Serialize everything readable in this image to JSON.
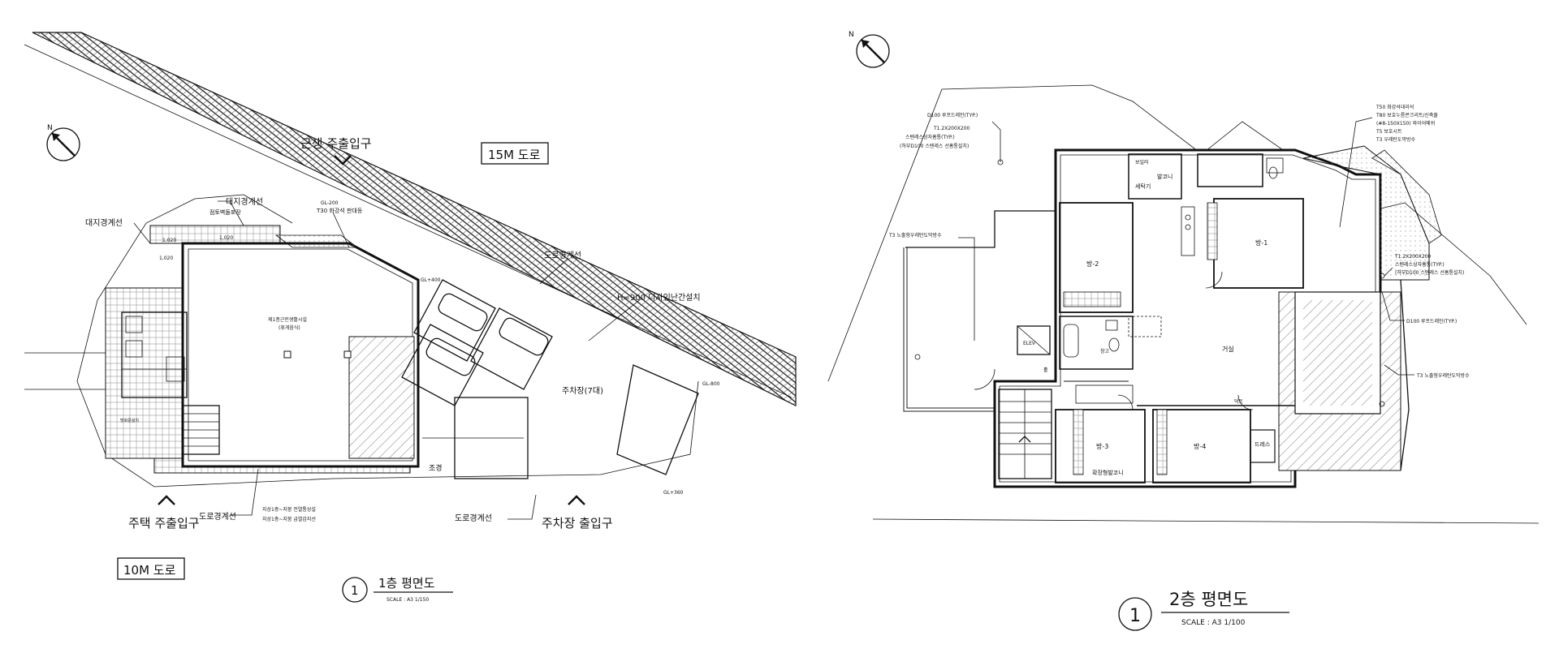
{
  "plan1": {
    "road_15m": "15M 도로",
    "road_10m": "10M 도로",
    "entrance_commercial": "근생 주출입구",
    "entrance_house": "주택 주출입구",
    "entrance_parking": "주차장 출입구",
    "boundary_site_left": "대지경계선",
    "boundary_site_top": "대지경계선",
    "boundary_road_right": "도로경계선",
    "boundary_road_bottom_left": "도로경계선",
    "boundary_road_bottom_right": "도로경계선",
    "railing": "H=900 디자인난간설치",
    "note_top_small": "T30 화강석 판대등",
    "note_sidewalk": "점토벽돌포장",
    "gl_top": "GL-200",
    "gl_mid": "GL+400",
    "gl_right": "GL-800",
    "gl_bottom": "GL+360",
    "parking_label": "주차장(7대)",
    "landscape": "조경",
    "facility_label": "제1종근린생활시설",
    "facility_sub": "(휴게음식)",
    "note_bottom_1": "지상1층~지붕 전열통상설",
    "note_bottom_2": "지상1층~지붕 급열감지선",
    "dim_a": "1,020",
    "dim_b": "1,020",
    "dim_c": "1,020",
    "stair_note": "방화문설치",
    "title": "1층 평면도",
    "number": "1",
    "scale": "SCALE : A3  1/150"
  },
  "plan2": {
    "rooms": {
      "room1": "방-1",
      "room2": "방-2",
      "room3": "방-3",
      "room4": "방-4",
      "living": "거실",
      "balcony": "발코니",
      "wash": "세탁기",
      "boiler": "보일러",
      "dress": "드레스",
      "expanded_balcony": "확장형발코니",
      "storage": "창고",
      "hall": "홀",
      "duct": "덕트",
      "elev": "ELEV"
    },
    "notes": {
      "left_1": "D100 루프드레인(TYP.)",
      "left_2": "T1.2X200X200",
      "left_3": "스텐레스상자홈통(TYP.)",
      "left_4": "(하부D100 스텐레스 선홈통설치)",
      "left_roof": "T3 노출형우레탄도막방수",
      "right_1": "T50 화강석대리석",
      "right_2": "T80 보호누름콘크리트/신축줄",
      "right_3": "(#8-150X150) 와이어메쉬",
      "right_4": "T5 보호시트",
      "right_5": "T3 우레탄도막방수",
      "right_mid_1": "T1.2X200X200",
      "right_mid_2": "스텐레스상자홈통(TYP.)",
      "right_mid_3": "(하부D100 스텐레스 선홈통설치)",
      "right_drain": "D100 루프드레인(TYP.)",
      "right_roof": "T3 노출형우레탄도막방수"
    },
    "title": "2층 평면도",
    "number": "1",
    "scale": "SCALE : A3   1/100"
  },
  "north_arrow": "N"
}
